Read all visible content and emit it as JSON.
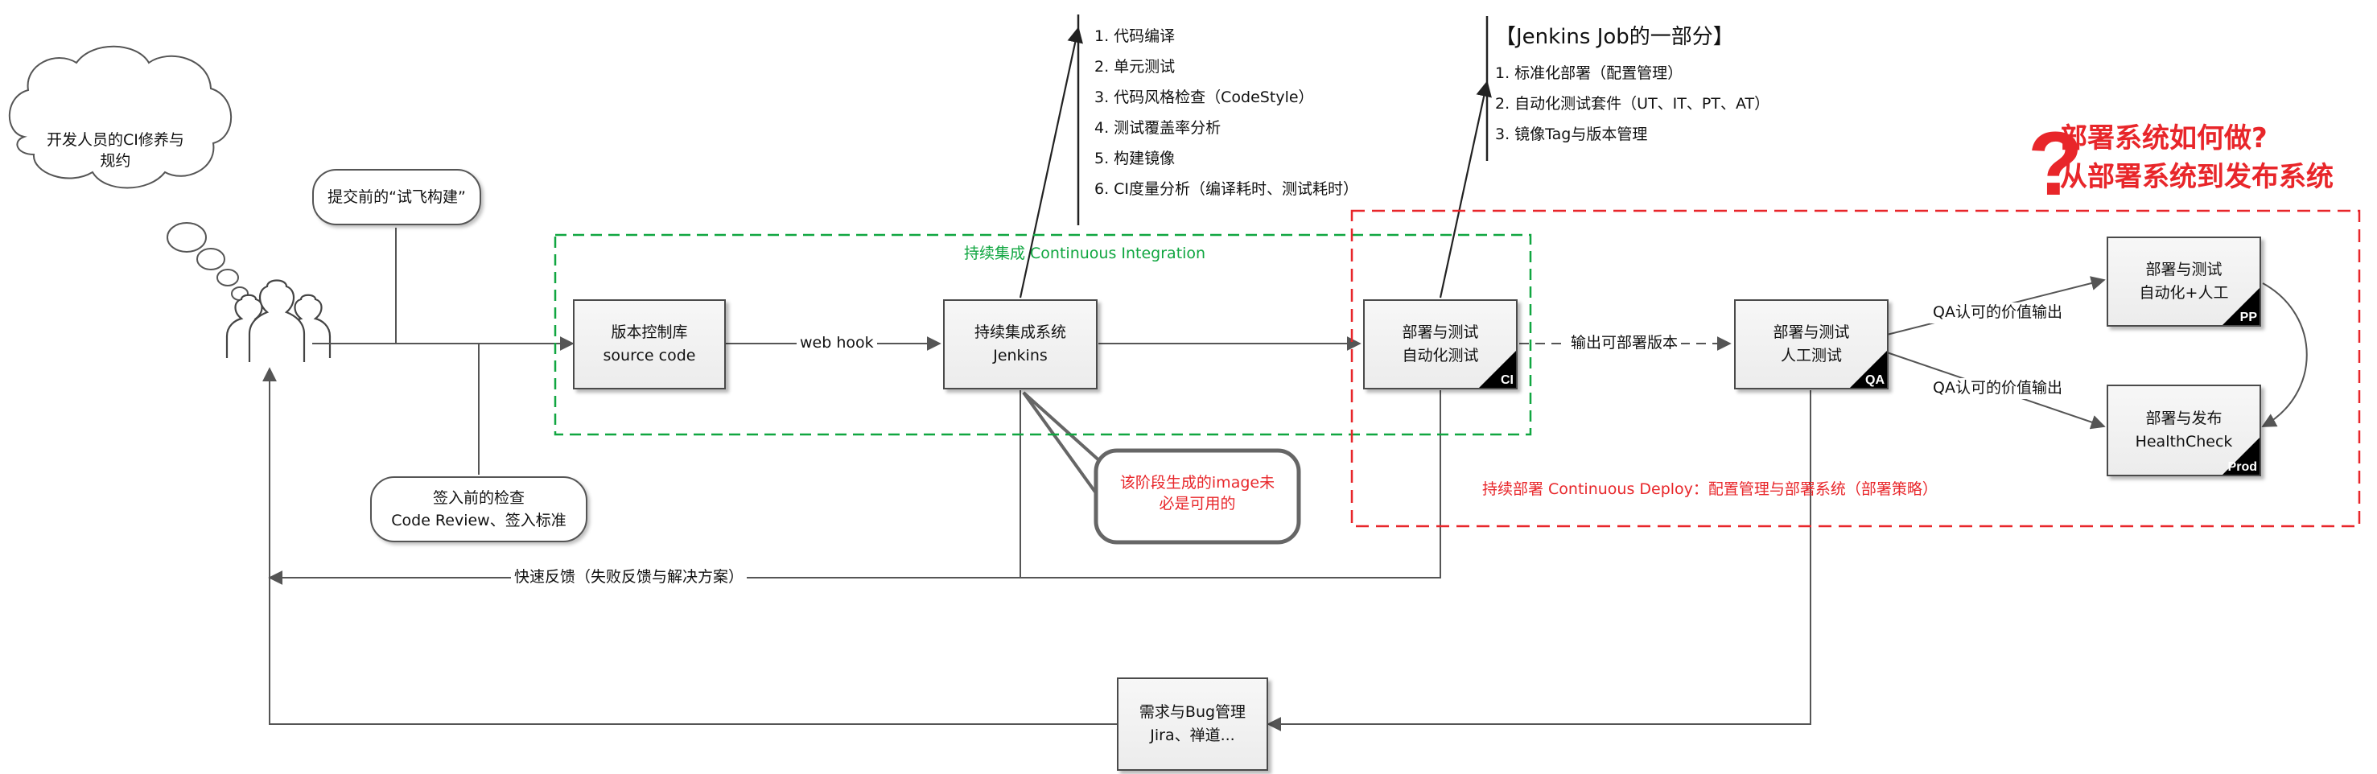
{
  "thought_cloud": {
    "line1": "开发人员的CI修养与",
    "line2": "规约"
  },
  "bubbles": {
    "trial_build": "提交前的“试飞构建”",
    "pre_checkin": {
      "line1": "签入前的检查",
      "line2": "Code Review、签入标准"
    }
  },
  "boxes": {
    "vcs": {
      "line1": "版本控制库",
      "line2": "source code"
    },
    "ci_system": {
      "line1": "持续集成系统",
      "line2": "Jenkins"
    },
    "deploy_ci": {
      "line1": "部署与测试",
      "line2": "自动化测试",
      "tag": "CI"
    },
    "deploy_qa": {
      "line1": "部署与测试",
      "line2": "人工测试",
      "tag": "QA"
    },
    "deploy_pp": {
      "line1": "部署与测试",
      "line2": "自动化+人工",
      "tag": "PP"
    },
    "deploy_prod": {
      "line1": "部署与发布",
      "line2": "HealthCheck",
      "tag": "Prod"
    },
    "bug_mgmt": {
      "line1": "需求与Bug管理",
      "line2": "Jira、禅道..."
    }
  },
  "edge_labels": {
    "web_hook": "web hook",
    "deployable_version": "输出可部署版本",
    "qa_value_top": "QA认可的价值输出",
    "qa_value_bottom": "QA认可的价值输出",
    "fast_feedback": "快速反馈（失败反馈与解决方案）"
  },
  "regions": {
    "ci": "持续集成  Continuous Integration",
    "cd": "持续部署  Continuous Deploy：配置管理与部署系统（部署策略）"
  },
  "callout": {
    "line1": "该阶段生成的image未",
    "line2": "必是可用的"
  },
  "ci_steps": [
    "1. 代码编译",
    "2. 单元测试",
    "3. 代码风格检查（CodeStyle）",
    "4. 测试覆盖率分析",
    "5. 构建镜像",
    "6. CI度量分析（编译耗时、测试耗时）"
  ],
  "jenkins_job": {
    "title": "【Jenkins Job的一部分】",
    "items": [
      "1. 标准化部署（配置管理）",
      "2. 自动化测试套件（UT、IT、PT、AT）",
      "3. 镜像Tag与版本管理"
    ]
  },
  "question": {
    "mark": "?",
    "line1": "部署系统如何做?",
    "line2": "从部署系统到发布系统"
  },
  "colors": {
    "ci_region": "#10a640",
    "cd_region": "#e8262a",
    "line": "#555555"
  }
}
